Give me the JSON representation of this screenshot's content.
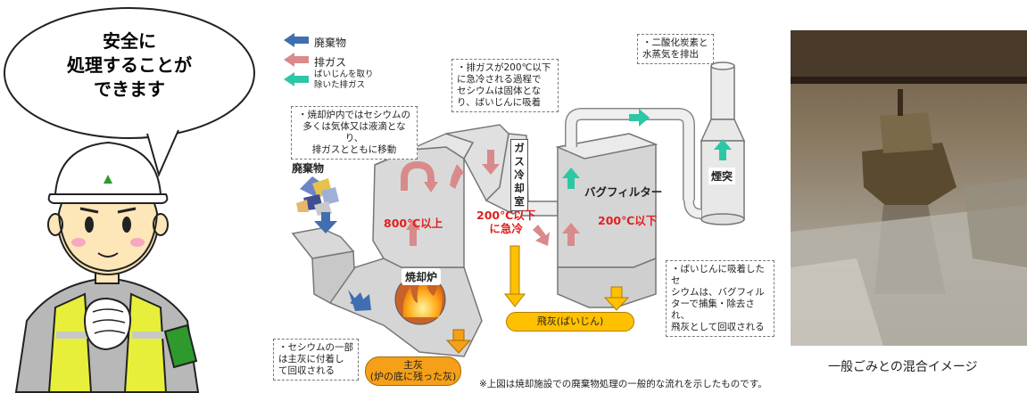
{
  "bubble": {
    "line1": "安全に",
    "line2": "処理することが",
    "line3": "できます"
  },
  "legend": {
    "waste": "廃棄物",
    "exhaust": "排ガス",
    "clean_exhaust_line1": "ばいじんを取り",
    "clean_exhaust_line2": "除いた排ガス"
  },
  "notes": {
    "incinerator_cesium": [
      "・焼却炉内ではセシウムの",
      "多くは気体又は液滴となり、",
      "排ガスとともに移動"
    ],
    "gas_cooling": [
      "・排ガスが200℃以下",
      "に急冷される過程で",
      "セシウムは固体とな",
      "り、ばいじんに吸着"
    ],
    "stack_emission": [
      "・二酸化炭素と",
      "水蒸気を排出"
    ],
    "bag_filter": [
      "・ばいじんに吸着したセ",
      "シウムは、バグフィル",
      "ターで捕集・除去され、",
      "飛灰として回収される"
    ],
    "bottom_ash": [
      "・セシウムの一部",
      "は主灰に付着し",
      "て回収される"
    ]
  },
  "labels": {
    "waste_input": "廃棄物",
    "incinerator": "焼却炉",
    "gas_cooling_chamber": "ガス冷却室",
    "bag_filter": "バグフィルター",
    "stack": "煙突",
    "temp_800": "800℃以上",
    "temp_200_line1": "200℃以下",
    "temp_200_line2": "に急冷",
    "temp_bagfilter": "200℃以下"
  },
  "pills": {
    "fly_ash": "飛灰(ばいじん)",
    "bottom_ash_line1": "主灰",
    "bottom_ash_line2": "(炉の底に残った灰)"
  },
  "footnote": "※上図は焼却施設での廃棄物処理の一般的な流れを示したものです。",
  "photo_caption": "一般ごみとの混合イメージ",
  "colors": {
    "waste_arrow": "#3f6fb0",
    "exhaust_arrow": "#d98a8a",
    "clean_arrow": "#2ec7a5",
    "ash_yellow": "#ffc000",
    "ash_orange": "#f5a018",
    "temp_red": "#e02020",
    "plant_gray": "#d9d9d9"
  }
}
